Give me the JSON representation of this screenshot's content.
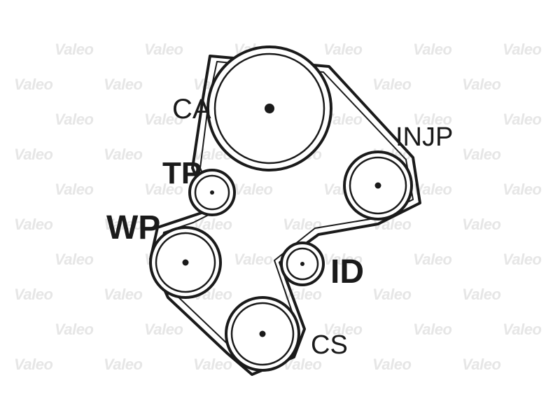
{
  "watermark": {
    "text": "Valeo",
    "color": "#e6e6e6"
  },
  "colors": {
    "line": "#1a1a1a",
    "background": "#ffffff"
  },
  "pulleys": [
    {
      "id": "ca",
      "label": "CA"
    },
    {
      "id": "injp",
      "label": "INJP"
    },
    {
      "id": "tp",
      "label": "TP"
    },
    {
      "id": "wp",
      "label": "WP"
    },
    {
      "id": "id",
      "label": "ID"
    },
    {
      "id": "cs",
      "label": "CS"
    }
  ]
}
